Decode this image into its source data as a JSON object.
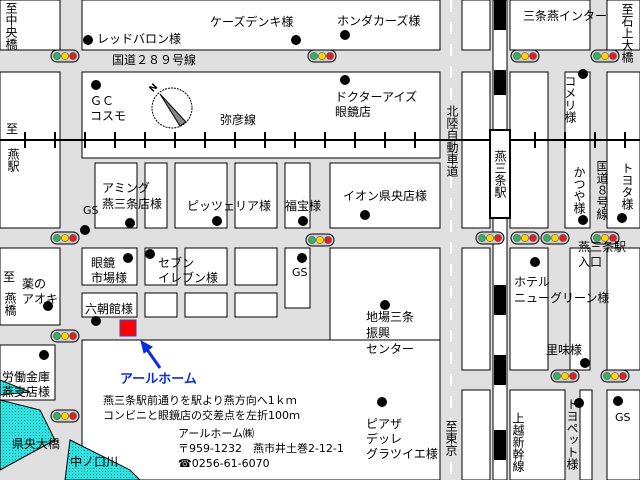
{
  "title": "アールホーム",
  "colors": {
    "road": "#e0e0e0",
    "river": "#33e0e0",
    "marker": "#ff0000",
    "arrow": "#0a2ee0",
    "light_green": "#33b060",
    "light_yellow": "#ffd400",
    "light_red": "#e02020"
  },
  "labels": {
    "to_chuo_bridge": "至中央橋",
    "red_baron": "レッドバロン様",
    "ks_denki": "ケーズデンキ様",
    "honda_cars": "ホンダカーズ様",
    "sanjo_ic": "三条燕インター",
    "to_ishigami": "至石上大橋",
    "route289": "国道２８９号線",
    "gc": "ＧＣ",
    "cosmo": "コスモ",
    "yahiko_line": "弥彦線",
    "dr_eyes": "ドクターアイズ",
    "dr_eyes_2": "眼鏡店",
    "hokuriku_expressway": "北陸自動車道",
    "station": "燕三条駅",
    "komeri": "コメリ様",
    "to_tsubame_1": "至",
    "to_tsubame_2": "燕駅",
    "aming_1": "アミング",
    "aming_2": "燕三条店様",
    "gs_1": "GS",
    "pizzeria": "ピッツェリア様",
    "fukuho": "福宝様",
    "aeon": "イオン県央店様",
    "katsuya": "かつや様",
    "route8": "国道８号線",
    "toyota": "トヨタ様",
    "megane_1": "眼鏡",
    "megane_2": "市場様",
    "seven_1": "セブン",
    "seven_2": "イレブン様",
    "gs_2": "GS",
    "to_tsubame_bridge_1": "至",
    "to_tsubame_bridge_2": "燕橋",
    "aoki_1": "薬の",
    "aoki_2": "アオキ",
    "rokuchokan": "六朝館様",
    "jiba_1": "地場三条",
    "jiba_2": "振興",
    "jiba_3": "センター",
    "hotel_1": "ホテル",
    "hotel_2": "ニューグリーン様",
    "station_entrance_1": "燕三条駅",
    "station_entrance_2": "入口",
    "satomi": "里味様",
    "rokin_1": "労働金庫",
    "rokin_2": "燕支店様",
    "arhome": "アールホーム",
    "directions_1": "燕三条駅前通りを駅より燕方向へ1ｋｍ",
    "directions_2": "コンビニと眼鏡店の交差点を左折100ｍ",
    "company": "アールホーム㈱",
    "address": "〒959-1232　燕市井土巻2-12-1",
    "tel": "☎0256-61-6070",
    "piazza_1": "ピアザ",
    "piazza_2": "デッレ",
    "piazza_3": "グラツイエ様",
    "to_tokyo": "至東京",
    "joetsu_shinkansen": "上越新幹線",
    "toyopet": "トヨペット様",
    "gs_3": "GS",
    "kenou_bridge": "県央大橋",
    "nakanokuchi_river": "中ノ口川"
  }
}
